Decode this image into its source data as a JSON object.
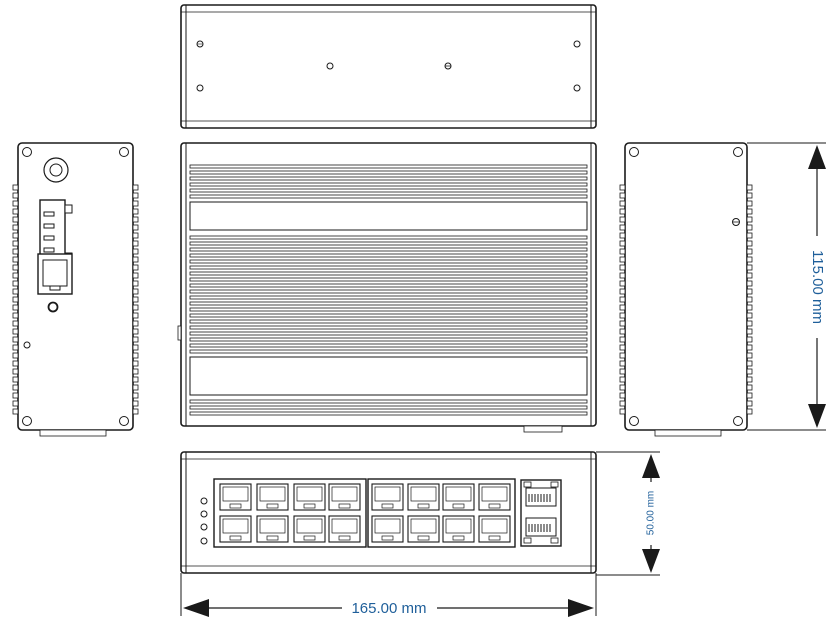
{
  "dimensions": {
    "width": "165.00 mm",
    "height": "115.00 mm",
    "depth": "50.00 mm"
  },
  "colors": {
    "line": "#1a1a1a",
    "dimension_text": "#1f5f9a",
    "background": "#ffffff"
  },
  "views": {
    "top": "top-view",
    "front": "front-view",
    "left": "left-side-view",
    "right": "right-side-view",
    "ports": "port-panel-view"
  },
  "port_panel": {
    "rj45_ports": 16,
    "sfp_slots": 2,
    "leds": 4
  }
}
